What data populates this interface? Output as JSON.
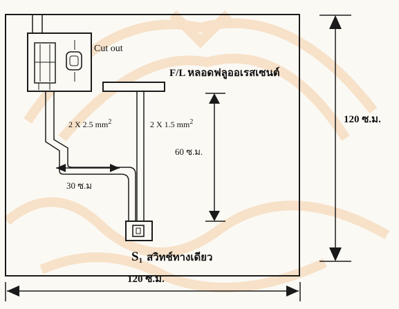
{
  "labels": {
    "cutout": "Cut out",
    "lamp": "F/L หลอดฟลูออเรสเซนต์",
    "wire_main": "2 X 2.5 mm",
    "wire_main_exp": "2",
    "wire_lamp": "2 X 1.5 mm",
    "wire_lamp_exp": "2",
    "height_60": "60 ซ.ม.",
    "width_30": "30 ซ.ม",
    "height_120": "120 ซ.ม.",
    "width_120": "120 ซ.ม.",
    "switch_symbol": "S",
    "switch_subscript": "1",
    "switch_label": "สวิทช์ทางเดียว"
  },
  "colors": {
    "line": "#1a1a1a",
    "watermark": "#f4cfa6",
    "background": "#fbf9f4"
  }
}
